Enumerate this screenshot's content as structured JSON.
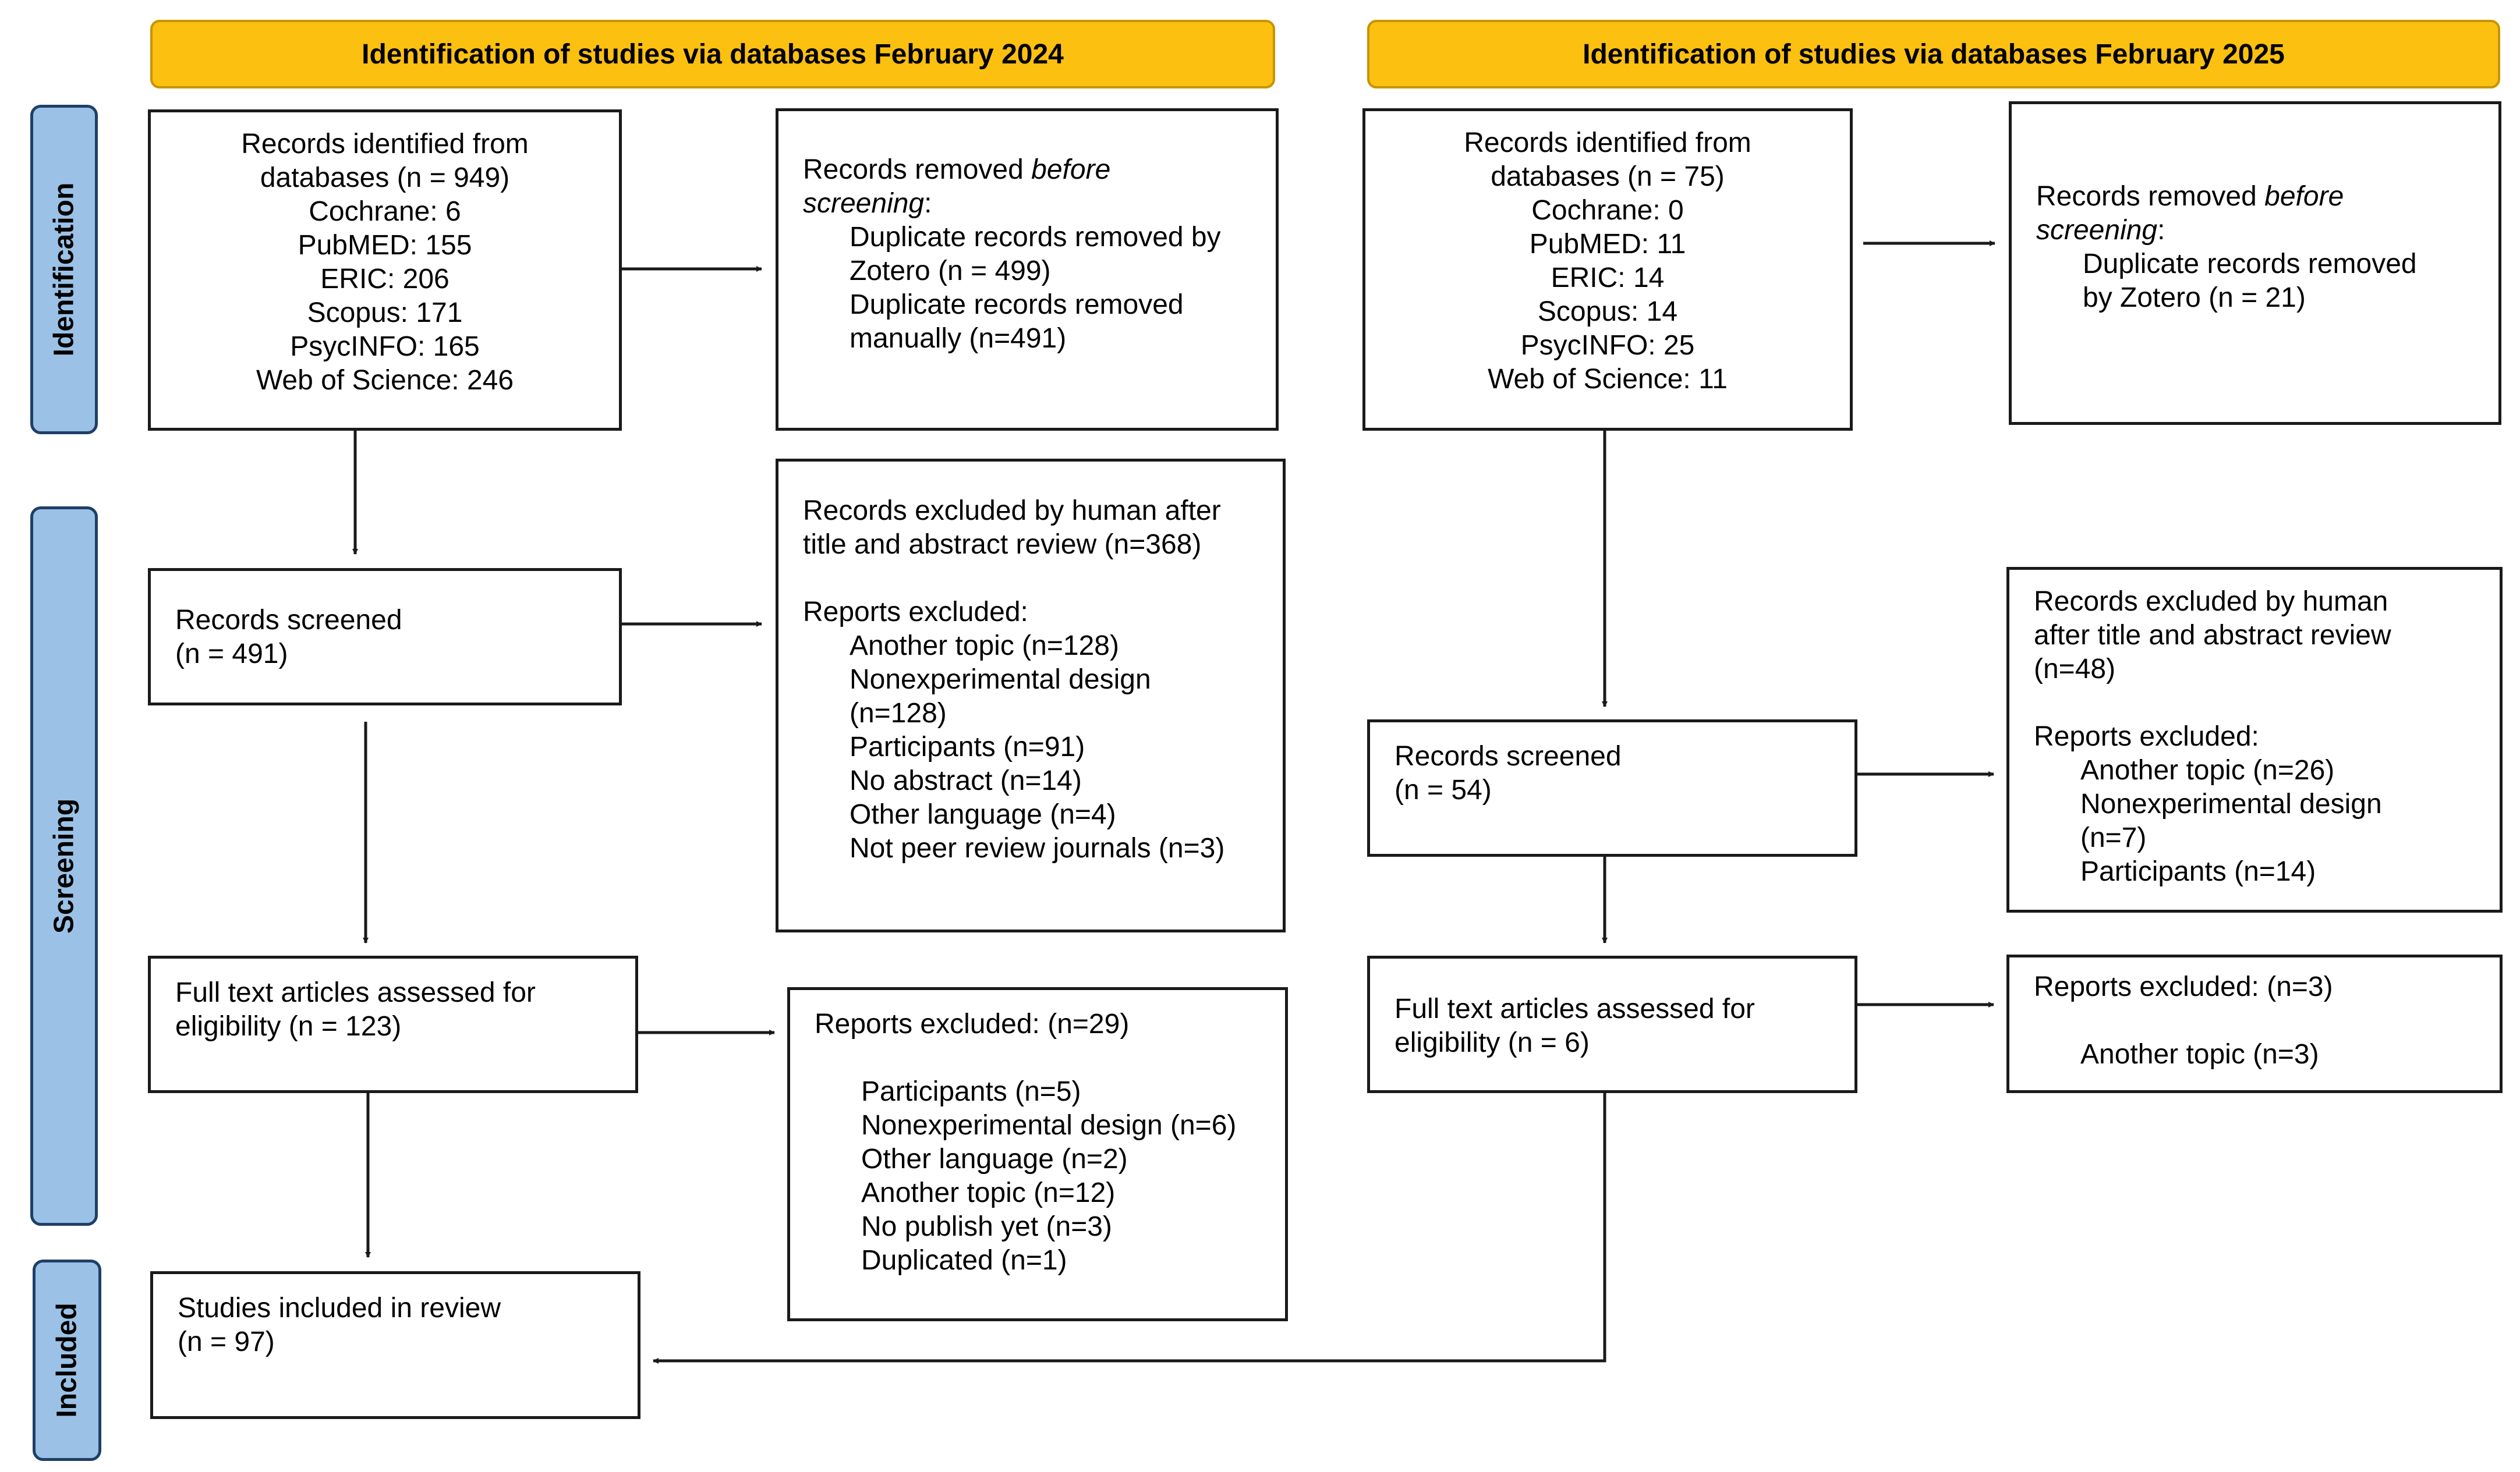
{
  "colors": {
    "header_fill": "#FBC010",
    "phase_fill": "#9BC2E6",
    "line": "#1a1a1a"
  },
  "headers": {
    "left": "Identification of studies via databases February 2024",
    "right": "Identification of studies via databases February 2025"
  },
  "phases": {
    "identification": "Identification",
    "screening": "Screening",
    "included": "Included"
  },
  "left": {
    "identified": {
      "lines": [
        "Records identified from",
        "databases (n = 949)",
        "Cochrane: 6",
        "PubMED: 155",
        "ERIC: 206",
        "Scopus: 171",
        "PsycINFO: 165",
        "Web of Science: 246"
      ]
    },
    "removed": {
      "line1_plain": "Records removed ",
      "line1_italic": "before",
      "line2_italic": "screening",
      "line2_plain": ":",
      "items": [
        "Duplicate records removed by",
        "Zotero (n = 499)",
        "Duplicate records removed",
        "manually (n=491)"
      ]
    },
    "screened": {
      "lines": [
        "Records screened",
        "(n = 491)"
      ]
    },
    "excluded_human": {
      "lines": [
        "Records excluded by human after",
        "title and abstract review (n=368)"
      ],
      "reports_label": "Reports excluded:",
      "items": [
        "Another topic (n=128)",
        "Nonexperimental design",
        "(n=128)",
        "Participants (n=91)",
        "No abstract (n=14)",
        "Other language (n=4)",
        "Not peer review journals (n=3)"
      ]
    },
    "fulltext": {
      "lines": [
        "Full text articles assessed for",
        "eligibility (n = 123)"
      ]
    },
    "reports_excluded": {
      "label": "Reports excluded: (n=29)",
      "items": [
        "Participants (n=5)",
        "Nonexperimental design (n=6)",
        "Other language (n=2)",
        "Another topic (n=12)",
        "No publish yet (n=3)",
        "Duplicated (n=1)"
      ]
    },
    "included": {
      "lines": [
        "Studies included in review",
        "(n = 97)"
      ]
    }
  },
  "right": {
    "identified": {
      "lines": [
        "Records identified from",
        "databases (n = 75)",
        "Cochrane: 0",
        "PubMED: 11",
        "ERIC: 14",
        "Scopus: 14",
        "PsycINFO: 25",
        "Web of Science: 11"
      ]
    },
    "removed": {
      "line1_plain": "Records removed ",
      "line1_italic": "before",
      "line2_italic": "screening",
      "line2_plain": ":",
      "items": [
        "Duplicate records removed",
        "by Zotero (n = 21)"
      ]
    },
    "excluded_human": {
      "lines": [
        "Records excluded by human",
        "after title and abstract review",
        "(n=48)"
      ],
      "reports_label": "Reports excluded:",
      "items": [
        "Another topic (n=26)",
        "Nonexperimental design",
        "(n=7)",
        "Participants (n=14)"
      ]
    },
    "screened": {
      "lines": [
        "Records screened",
        "(n = 54)"
      ]
    },
    "fulltext": {
      "lines": [
        "Full text articles assessed for",
        "eligibility (n = 6)"
      ]
    },
    "reports_excluded": {
      "label": "Reports excluded: (n=3)",
      "items": [
        "Another topic (n=3)"
      ]
    }
  }
}
